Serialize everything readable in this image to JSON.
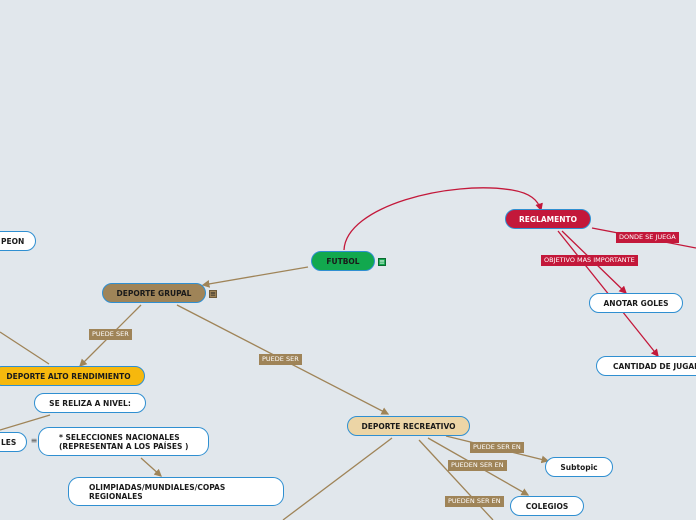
{
  "colors": {
    "background": "#e1e7ec",
    "brown_edge": "#9f8458",
    "red_edge": "#c3183a",
    "node_border": "#2f8fd1"
  },
  "nodes": {
    "futbol": "FUTBOL",
    "reglamento": "REGLAMENTO",
    "deporte_grupal": "DEPORTE GRUPAL",
    "deporte_alto_rendimiento": "DEPORTE ALTO RENDIMIENTO",
    "se_realiza_nivel": "SE RELIZA A NIVEL:",
    "selecciones_line1": "* SELECCIONES NACIONALES",
    "selecciones_line2": "(REPRESENTAN A LOS PAÍSES )",
    "olimpiadas_line1": "OLIMPIADAS/MUNDIALES/COPAS",
    "olimpiadas_line2": "REGIONALES",
    "deporte_recreativo": "DEPORTE RECREATIVO",
    "subtopic": "Subtopic",
    "colegios": "COLEGIOS",
    "anotar_goles": "ANOTAR GOLES",
    "cantidad_jugadores": "CANTIDAD DE JUGAD",
    "campeon_partial": "PEON",
    "les_partial": "LES"
  },
  "edge_labels": {
    "puede_ser_1": "PUEDE SER",
    "puede_ser_2": "PUEDE SER",
    "puede_ser_en": "PUEDE SER EN",
    "pueden_ser_en_1": "PUEDEN SER EN",
    "pueden_ser_en_2": "PUEDEN SER EN",
    "donde_se_juega": "DONDE SE JUEGA",
    "objetivo_mas_importante": "OBJETIVO MAS IMPORTANTE"
  },
  "icons": {
    "notes": "notes-icon",
    "notes_glyph": "≡"
  }
}
